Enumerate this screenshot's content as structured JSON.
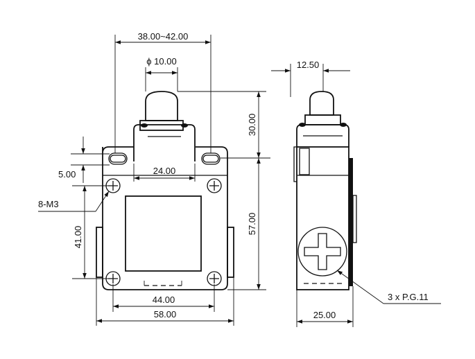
{
  "dimensions": {
    "top_width_range": "38.00~42.00",
    "plunger_diameter": "ϕ 10.00",
    "side_plunger_width": "12.50",
    "plunger_height": "30.00",
    "slot_spacing": "5.00",
    "slot_center_span": "24.00",
    "mount_hole_label": "8-M3",
    "hole_vertical_span": "41.00",
    "body_height": "57.00",
    "hole_horizontal_span": "44.00",
    "body_width": "58.00",
    "side_depth": "25.00",
    "conduit_entries": "3 x P.G.11"
  }
}
